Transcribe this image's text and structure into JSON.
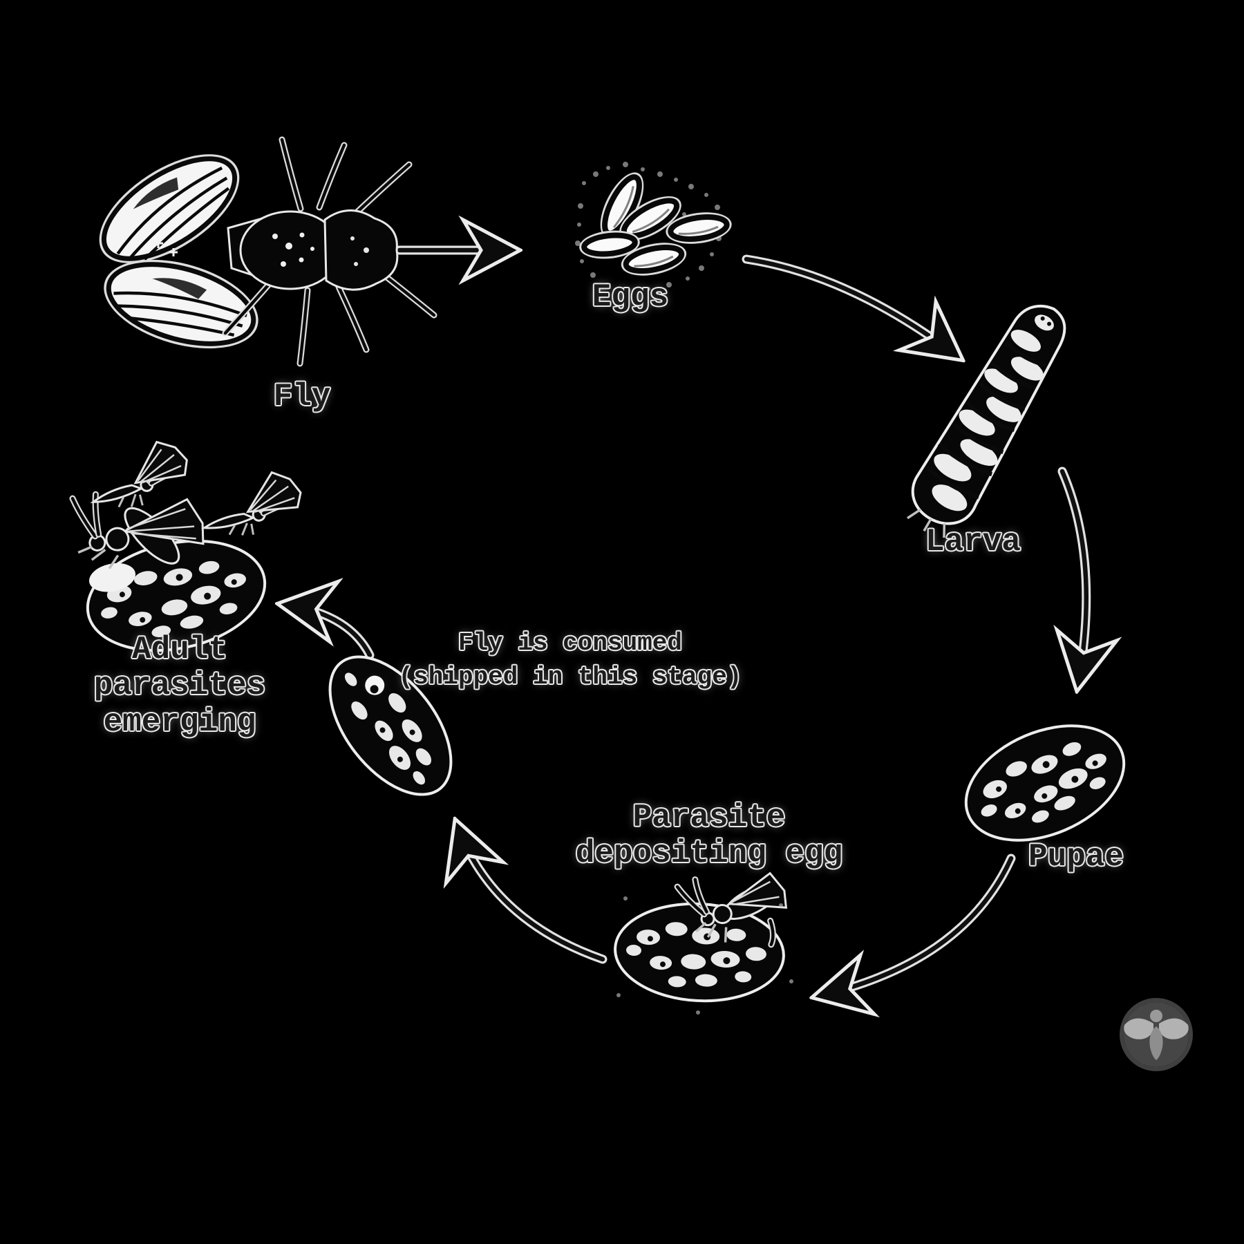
{
  "diagram": {
    "background_color": "#000000",
    "ink_color": "#0a0a0a",
    "halo_color": "#ffffff",
    "stages": [
      {
        "id": "fly",
        "label": "Fly"
      },
      {
        "id": "eggs",
        "label": "Eggs"
      },
      {
        "id": "larva",
        "label": "Larva"
      },
      {
        "id": "pupae",
        "label": "Pupae"
      },
      {
        "id": "parasite-depositing-egg",
        "label_lines": [
          "Parasite",
          "depositing egg"
        ]
      },
      {
        "id": "fly-consumed-pupa",
        "note_lines": [
          "Fly is consumed",
          "(shipped in this stage)"
        ]
      },
      {
        "id": "adult-parasites-emerging",
        "label_lines": [
          "Adult",
          "parasites",
          "emerging"
        ]
      }
    ],
    "connections": [
      {
        "from": "fly",
        "to": "eggs"
      },
      {
        "from": "eggs",
        "to": "larva"
      },
      {
        "from": "larva",
        "to": "pupae"
      },
      {
        "from": "pupae",
        "to": "parasite-depositing-egg"
      },
      {
        "from": "parasite-depositing-egg",
        "to": "fly-consumed-pupa"
      },
      {
        "from": "fly-consumed-pupa",
        "to": "adult-parasites-emerging"
      }
    ],
    "logo": {
      "name": "fly-icon-badge",
      "circle_color": "#464646",
      "glyph_color": "#aaaaaa"
    }
  }
}
